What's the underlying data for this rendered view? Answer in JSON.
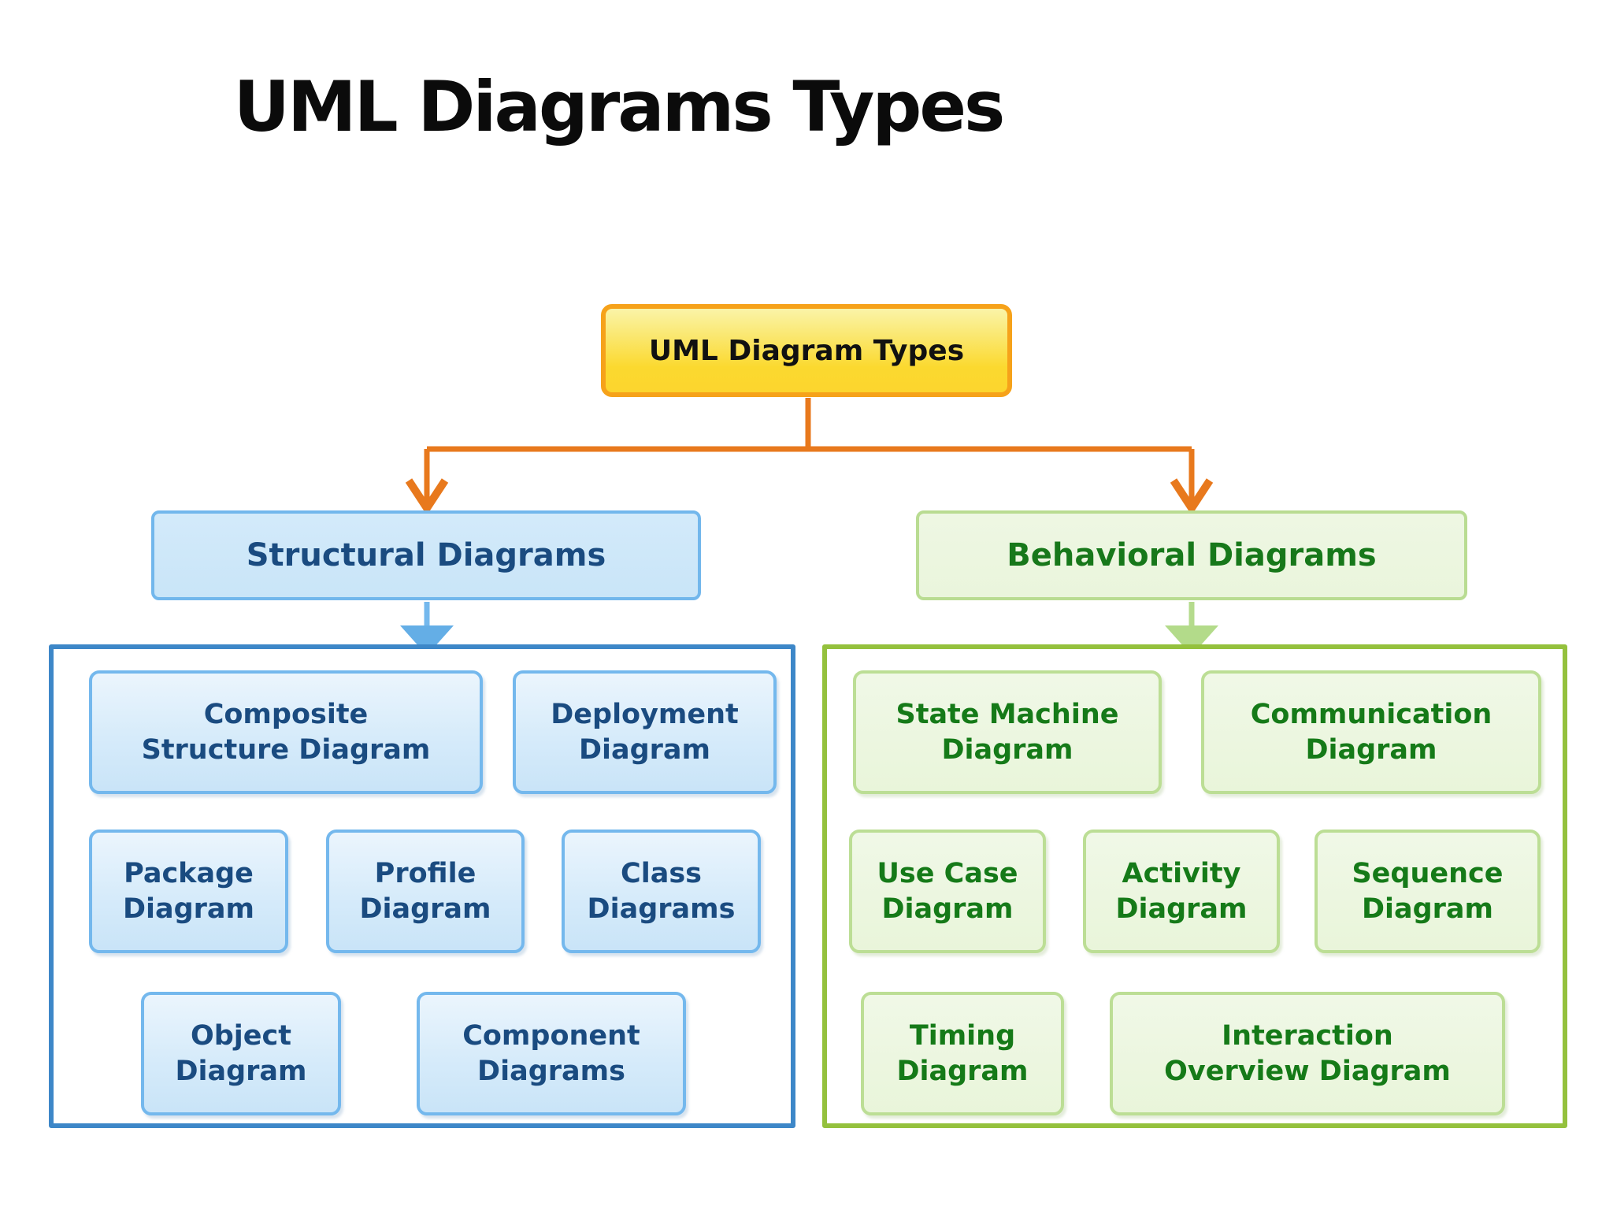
{
  "page": {
    "title": "UML Diagrams Types"
  },
  "root": {
    "label": "UML Diagram Types"
  },
  "branches": {
    "structural": {
      "label": "Structural Diagrams",
      "children": [
        {
          "label": "Composite\nStructure Diagram"
        },
        {
          "label": "Deployment\nDiagram"
        },
        {
          "label": "Package\nDiagram"
        },
        {
          "label": "Profile\nDiagram"
        },
        {
          "label": "Class\nDiagrams"
        },
        {
          "label": "Object\nDiagram"
        },
        {
          "label": "Component\nDiagrams"
        }
      ]
    },
    "behavioral": {
      "label": "Behavioral Diagrams",
      "children": [
        {
          "label": "State Machine\nDiagram"
        },
        {
          "label": "Communication\nDiagram"
        },
        {
          "label": "Use Case\nDiagram"
        },
        {
          "label": "Activity\nDiagram"
        },
        {
          "label": "Sequence\nDiagram"
        },
        {
          "label": "Timing\nDiagram"
        },
        {
          "label": "Interaction\nOverview Diagram"
        }
      ]
    }
  },
  "colors": {
    "connector_orange": "#E8791D",
    "root_border": "#F6A21A",
    "root_fill_top": "#FAF4A8",
    "root_fill_bottom": "#FCD52E",
    "blue_box_border": "#72B7EC",
    "blue_box_fill": "#C9E5F8",
    "blue_text": "#1A4B80",
    "blue_container_border": "#3D87C8",
    "blue_arrow": "#64AEE6",
    "green_box_border": "#B9DC92",
    "green_box_fill": "#EAF5DC",
    "green_text": "#157A18",
    "green_container_border": "#94C13D",
    "green_arrow": "#B3DB8A"
  }
}
